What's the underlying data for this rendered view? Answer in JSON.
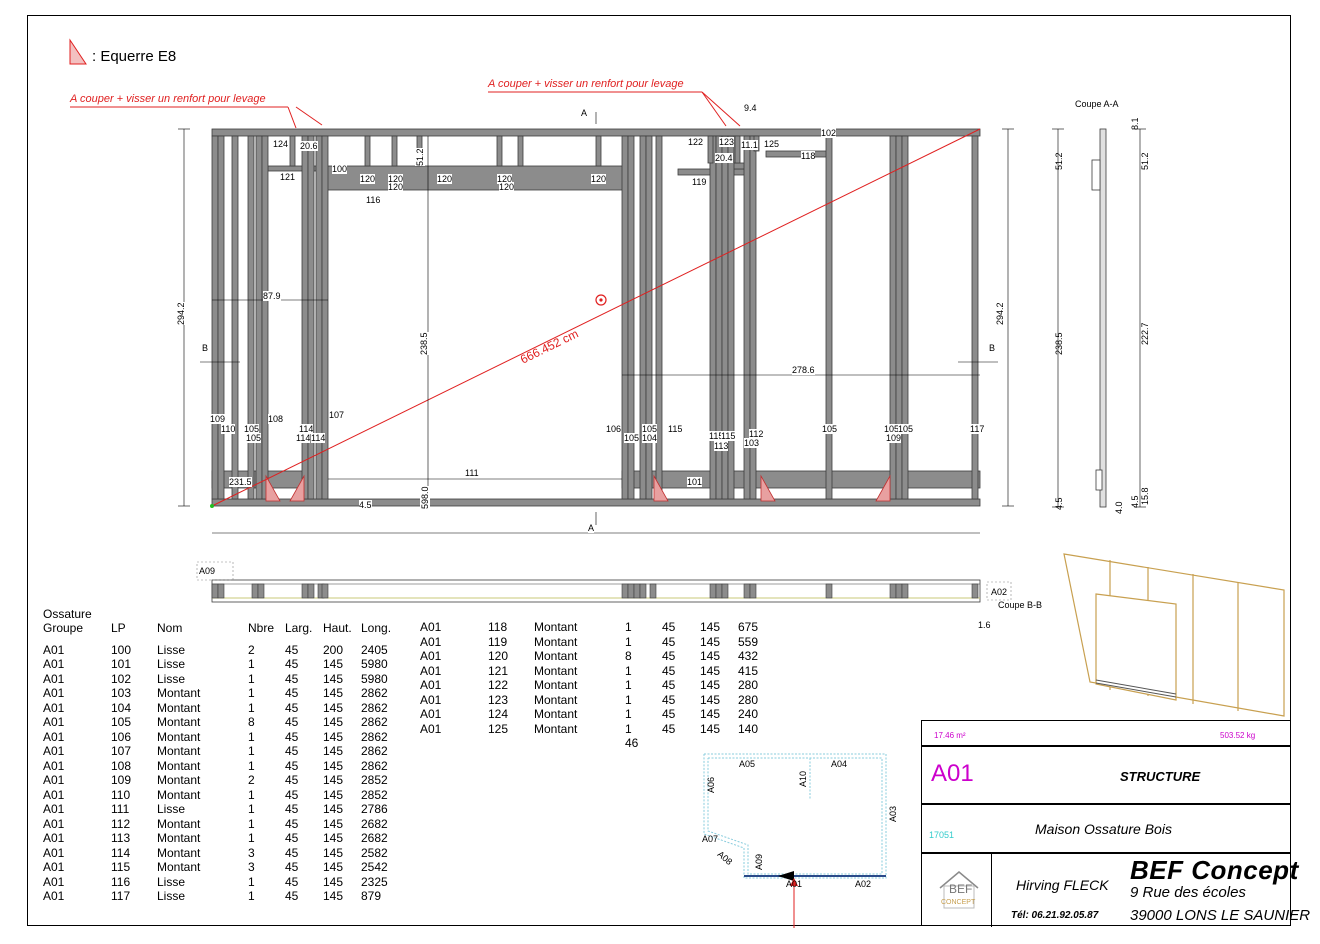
{
  "legend": {
    "symbol": "equerre-triangle",
    "text": ": Equerre E8"
  },
  "notes": {
    "cut_left": "A couper + visser un renfort pour levage",
    "cut_right": "A couper + visser un renfort pour levage"
  },
  "colors": {
    "note_red": "#e02020",
    "stud_fill": "#8c8c8c",
    "stud_stroke": "#3c3c3c",
    "bracket": "#e8a0a0",
    "title_magenta": "#cc00cc",
    "job_cyan": "#33cccc",
    "axo_wood": "#c8a050"
  },
  "elevation": {
    "labels_top": [
      "124",
      "20.6",
      "100",
      "121",
      "120",
      "120",
      "120",
      "120",
      "120",
      "120",
      "120",
      "51.2",
      "116",
      "122",
      "123",
      "125",
      "9.4",
      "11.1",
      "20.4",
      "118",
      "119",
      "102",
      "A"
    ],
    "labels_mid": [
      "87.9",
      "294.2",
      "238.5",
      "278.6",
      "294.2",
      "B",
      "B"
    ],
    "labels_bottom": [
      "109",
      "110",
      "105",
      "105",
      "108",
      "114",
      "114",
      "114",
      "107",
      "106",
      "105",
      "105",
      "104",
      "115",
      "115",
      "115",
      "113",
      "112",
      "103",
      "105",
      "105",
      "105",
      "109",
      "117",
      "231.5",
      "111",
      "101",
      "4.5",
      "598.0",
      "A"
    ],
    "diagonal": "666.452 cm"
  },
  "section_aa": {
    "title": "Coupe A-A",
    "dims": [
      "8.1",
      "51.2",
      "51.2",
      "238.5",
      "222.7",
      "4.5",
      "4.0",
      "4.5",
      "15.8"
    ]
  },
  "plan_strip": {
    "labels": [
      "A09",
      "A02",
      "Coupe B-B",
      "1.6"
    ]
  },
  "parts_table": {
    "header": [
      "Ossature\nGroupe",
      "LP",
      "Nom",
      "Nbre",
      "Larg.",
      "Haut.",
      "Long."
    ],
    "header_line1": "Ossature",
    "rows_left": [
      [
        "A01",
        "100",
        "Lisse",
        "2",
        "45",
        "200",
        "2405"
      ],
      [
        "A01",
        "101",
        "Lisse",
        "1",
        "45",
        "145",
        "5980"
      ],
      [
        "A01",
        "102",
        "Lisse",
        "1",
        "45",
        "145",
        "5980"
      ],
      [
        "A01",
        "103",
        "Montant",
        "1",
        "45",
        "145",
        "2862"
      ],
      [
        "A01",
        "104",
        "Montant",
        "1",
        "45",
        "145",
        "2862"
      ],
      [
        "A01",
        "105",
        "Montant",
        "8",
        "45",
        "145",
        "2862"
      ],
      [
        "A01",
        "106",
        "Montant",
        "1",
        "45",
        "145",
        "2862"
      ],
      [
        "A01",
        "107",
        "Montant",
        "1",
        "45",
        "145",
        "2862"
      ],
      [
        "A01",
        "108",
        "Montant",
        "1",
        "45",
        "145",
        "2862"
      ],
      [
        "A01",
        "109",
        "Montant",
        "2",
        "45",
        "145",
        "2852"
      ],
      [
        "A01",
        "110",
        "Montant",
        "1",
        "45",
        "145",
        "2852"
      ],
      [
        "A01",
        "111",
        "Lisse",
        "1",
        "45",
        "145",
        "2786"
      ],
      [
        "A01",
        "112",
        "Montant",
        "1",
        "45",
        "145",
        "2682"
      ],
      [
        "A01",
        "113",
        "Montant",
        "1",
        "45",
        "145",
        "2682"
      ],
      [
        "A01",
        "114",
        "Montant",
        "3",
        "45",
        "145",
        "2582"
      ],
      [
        "A01",
        "115",
        "Montant",
        "3",
        "45",
        "145",
        "2542"
      ],
      [
        "A01",
        "116",
        "Lisse",
        "1",
        "45",
        "145",
        "2325"
      ],
      [
        "A01",
        "117",
        "Lisse",
        "1",
        "45",
        "145",
        "879"
      ]
    ],
    "rows_right": [
      [
        "A01",
        "118",
        "Montant",
        "1",
        "45",
        "145",
        "675"
      ],
      [
        "A01",
        "119",
        "Montant",
        "1",
        "45",
        "145",
        "559"
      ],
      [
        "A01",
        "120",
        "Montant",
        "8",
        "45",
        "145",
        "432"
      ],
      [
        "A01",
        "121",
        "Montant",
        "1",
        "45",
        "145",
        "415"
      ],
      [
        "A01",
        "122",
        "Montant",
        "1",
        "45",
        "145",
        "280"
      ],
      [
        "A01",
        "123",
        "Montant",
        "1",
        "45",
        "145",
        "280"
      ],
      [
        "A01",
        "124",
        "Montant",
        "1",
        "45",
        "145",
        "240"
      ],
      [
        "A01",
        "125",
        "Montant",
        "1",
        "45",
        "145",
        "140"
      ]
    ],
    "total": "46"
  },
  "key_plan": {
    "labels": [
      "A05",
      "A04",
      "A06",
      "A10",
      "A03",
      "A07",
      "A08",
      "A09",
      "A01",
      "A02"
    ]
  },
  "title_block": {
    "area": "17.46 m²",
    "weight": "503.52 kg",
    "wall_id": "A01",
    "category": "STRUCTURE",
    "job_no": "17051",
    "project": "Maison Ossature Bois",
    "logo_top": "BEF",
    "logo_bottom": "CONCEPT",
    "contact": "Hirving FLECK",
    "phone": "Tél: 06.21.92.05.87",
    "company": "BEF Concept",
    "address1": "9 Rue des écoles",
    "address2": "39000 LONS LE SAUNIER"
  }
}
